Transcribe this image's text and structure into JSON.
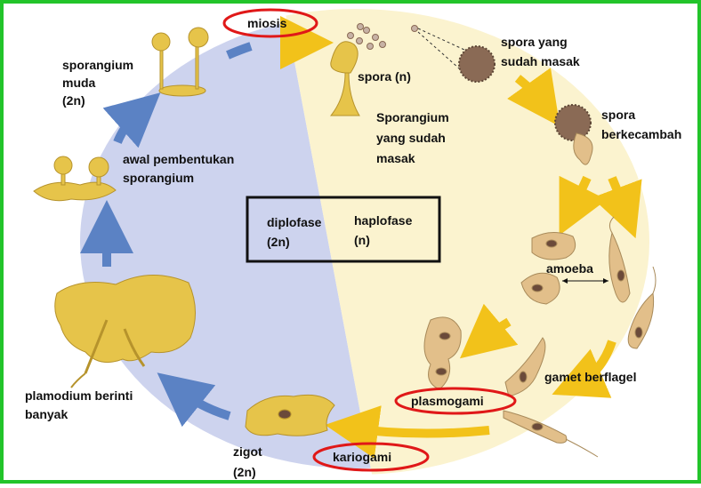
{
  "colors": {
    "frame": "#22c42a",
    "diplo_bg": "#cdd3ee",
    "haplo_bg": "#fbf3cf",
    "blue_arrow": "#5b82c4",
    "yellow_arrow": "#f2c21a",
    "organism": "#e6c44a",
    "amoeba": "#e2bf8a",
    "spore": "#8a6a55",
    "highlight": "#e01818"
  },
  "labels": {
    "miosis": "miosis",
    "sporangium_muda_1": "sporangium",
    "sporangium_muda_2": "muda",
    "sporangium_muda_3": "(2n)",
    "spora_n": "spora (n)",
    "spora_masak_1": "spora yang",
    "spora_masak_2": "sudah masak",
    "sporangium_masak_1": "Sporangium",
    "sporangium_masak_2": "yang sudah",
    "sporangium_masak_3": "masak",
    "spora_berkecambah_1": "spora",
    "spora_berkecambah_2": "berkecambah",
    "awal_1": "awal pembentukan",
    "awal_2": "sporangium",
    "diplofase_1": "diplofase",
    "diplofase_2": "(2n)",
    "haplofase_1": "haplofase",
    "haplofase_2": "(n)",
    "amoeba": "amoeba",
    "gamet": "gamet berflagel",
    "plasmogami": "plasmogami",
    "plamodium_1": "plamodium berinti",
    "plamodium_2": "banyak",
    "zigot_1": "zigot",
    "zigot_2": "(2n)",
    "kariogami": "kariogami"
  }
}
